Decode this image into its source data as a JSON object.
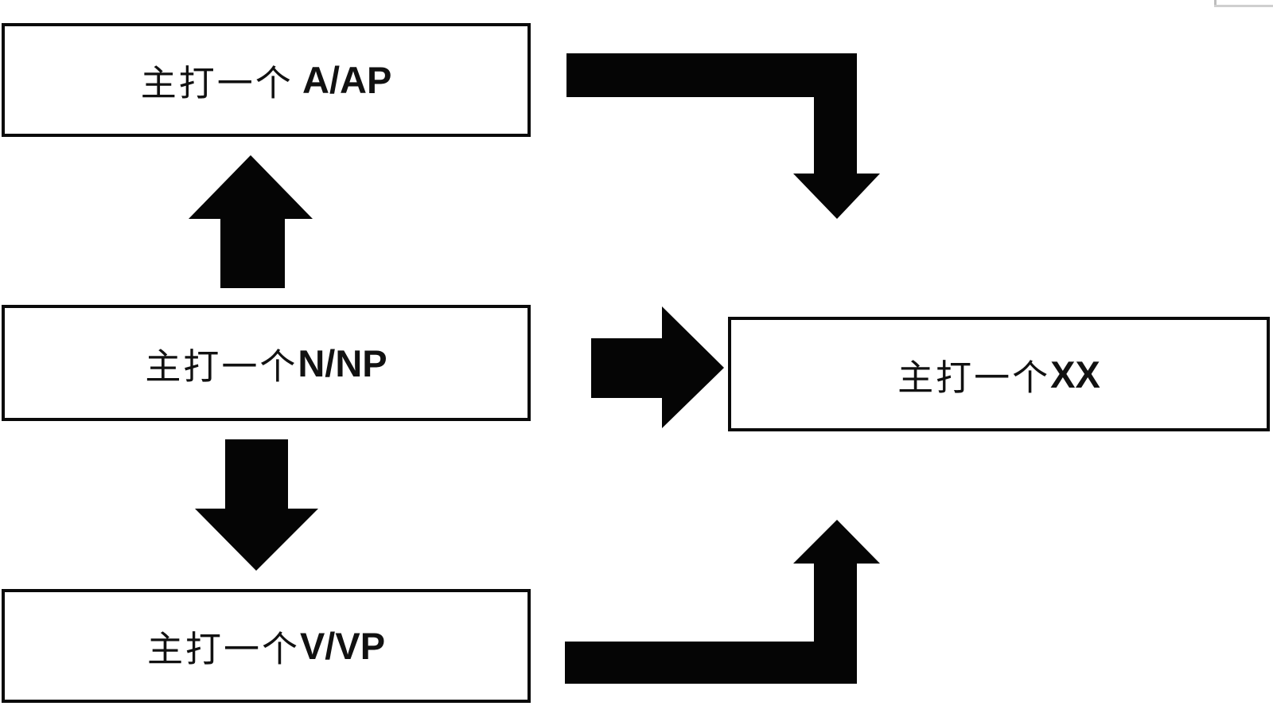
{
  "diagram": {
    "colors": {
      "background": "#ffffff",
      "arrow_fill": "#050505",
      "box_border": "#0a0a0a",
      "box_fill": "#ffffff",
      "text": "#111111",
      "corner_artifact": "#c8c8c8"
    },
    "nodes": {
      "aap": {
        "prefix": "主打一个",
        "suffix": " A/AP",
        "full": "主打一个 A/AP"
      },
      "nnp": {
        "prefix": "主打一个",
        "suffix": "N/NP",
        "full": "主打一个N/NP"
      },
      "vvp": {
        "prefix": "主打一个",
        "suffix": "V/VP",
        "full": "主打一个V/VP"
      },
      "xx": {
        "prefix": "主打一个",
        "suffix": "XX",
        "full": "主打一个XX"
      }
    },
    "edges": [
      {
        "from": "nnp",
        "to": "aap",
        "style": "block-arrow-up"
      },
      {
        "from": "nnp",
        "to": "vvp",
        "style": "block-arrow-down"
      },
      {
        "from": "nnp",
        "to": "xx",
        "style": "block-arrow-right"
      },
      {
        "from": "aap",
        "to": "xx",
        "style": "bent-arrow-right-then-down"
      },
      {
        "from": "vvp",
        "to": "xx",
        "style": "bent-arrow-right-then-up"
      }
    ]
  }
}
